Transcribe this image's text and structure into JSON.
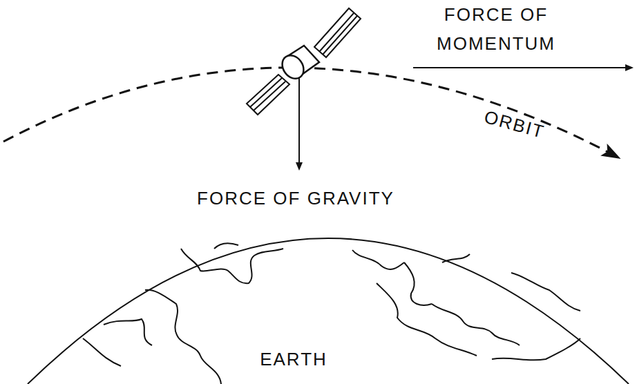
{
  "diagram": {
    "nodes": [
      {
        "text": [
          "EARTH"
        ]
      }
    ],
    "labels": [
      "FORCE OF MOMENTUM",
      "ORBIT",
      "FORCE OF GRAVITY"
    ]
  }
}
